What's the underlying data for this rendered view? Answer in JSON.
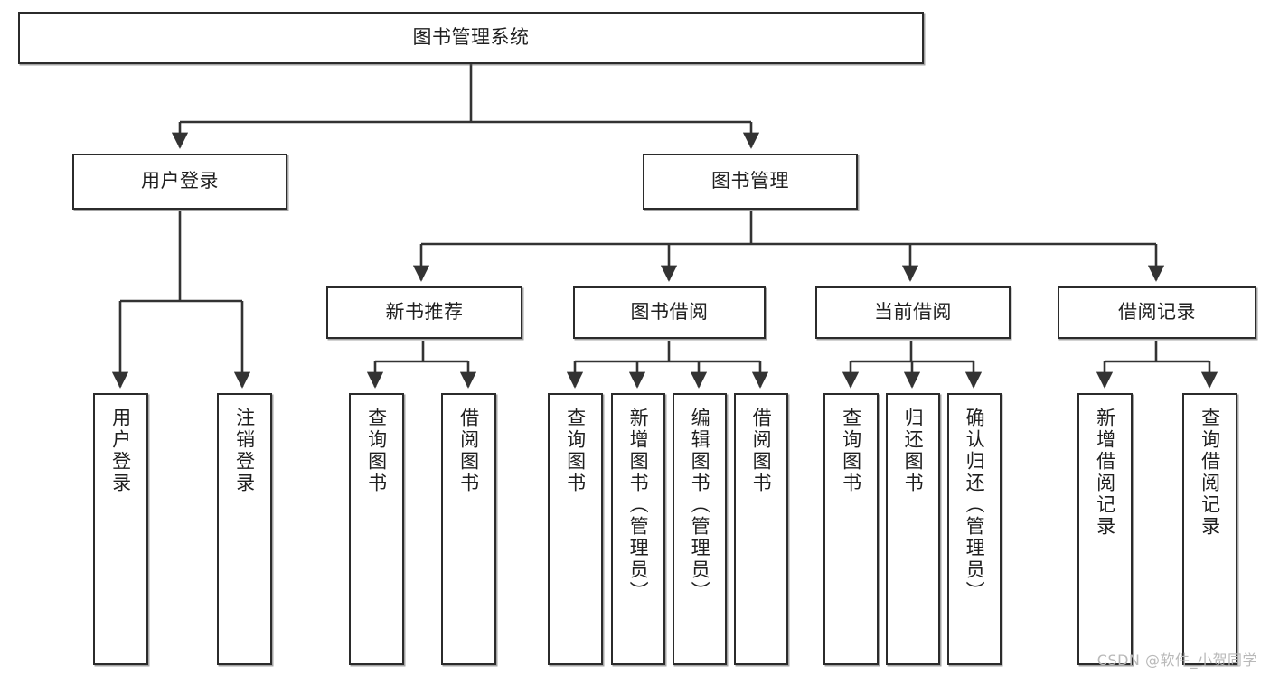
{
  "diagram": {
    "title": "图书管理系统",
    "type": "tree-hierarchy-chart",
    "root": {
      "label": "图书管理系统"
    },
    "level2": [
      {
        "label": "用户登录"
      },
      {
        "label": "图书管理"
      }
    ],
    "level3": [
      {
        "label": "新书推荐"
      },
      {
        "label": "图书借阅"
      },
      {
        "label": "当前借阅"
      },
      {
        "label": "借阅记录"
      }
    ],
    "leaves": [
      {
        "label": "用户登录"
      },
      {
        "label": "注销登录"
      },
      {
        "label": "查询图书"
      },
      {
        "label": "借阅图书"
      },
      {
        "label": "查询图书"
      },
      {
        "label": "新增图书（管理员）"
      },
      {
        "label": "编辑图书（管理员）"
      },
      {
        "label": "借阅图书"
      },
      {
        "label": "查询图书"
      },
      {
        "label": "归还图书"
      },
      {
        "label": "确认归还（管理员）"
      },
      {
        "label": "新增借阅记录"
      },
      {
        "label": "查询借阅记录"
      }
    ]
  },
  "colors": {
    "box_border": "#2b2b2b",
    "box_fill": "#ffffff",
    "connector": "#333333",
    "text": "#1f1f1f",
    "watermark": "#b9b9b9",
    "background": "#ffffff"
  },
  "watermark": {
    "text": "CSDN @软件_小贺同学"
  }
}
